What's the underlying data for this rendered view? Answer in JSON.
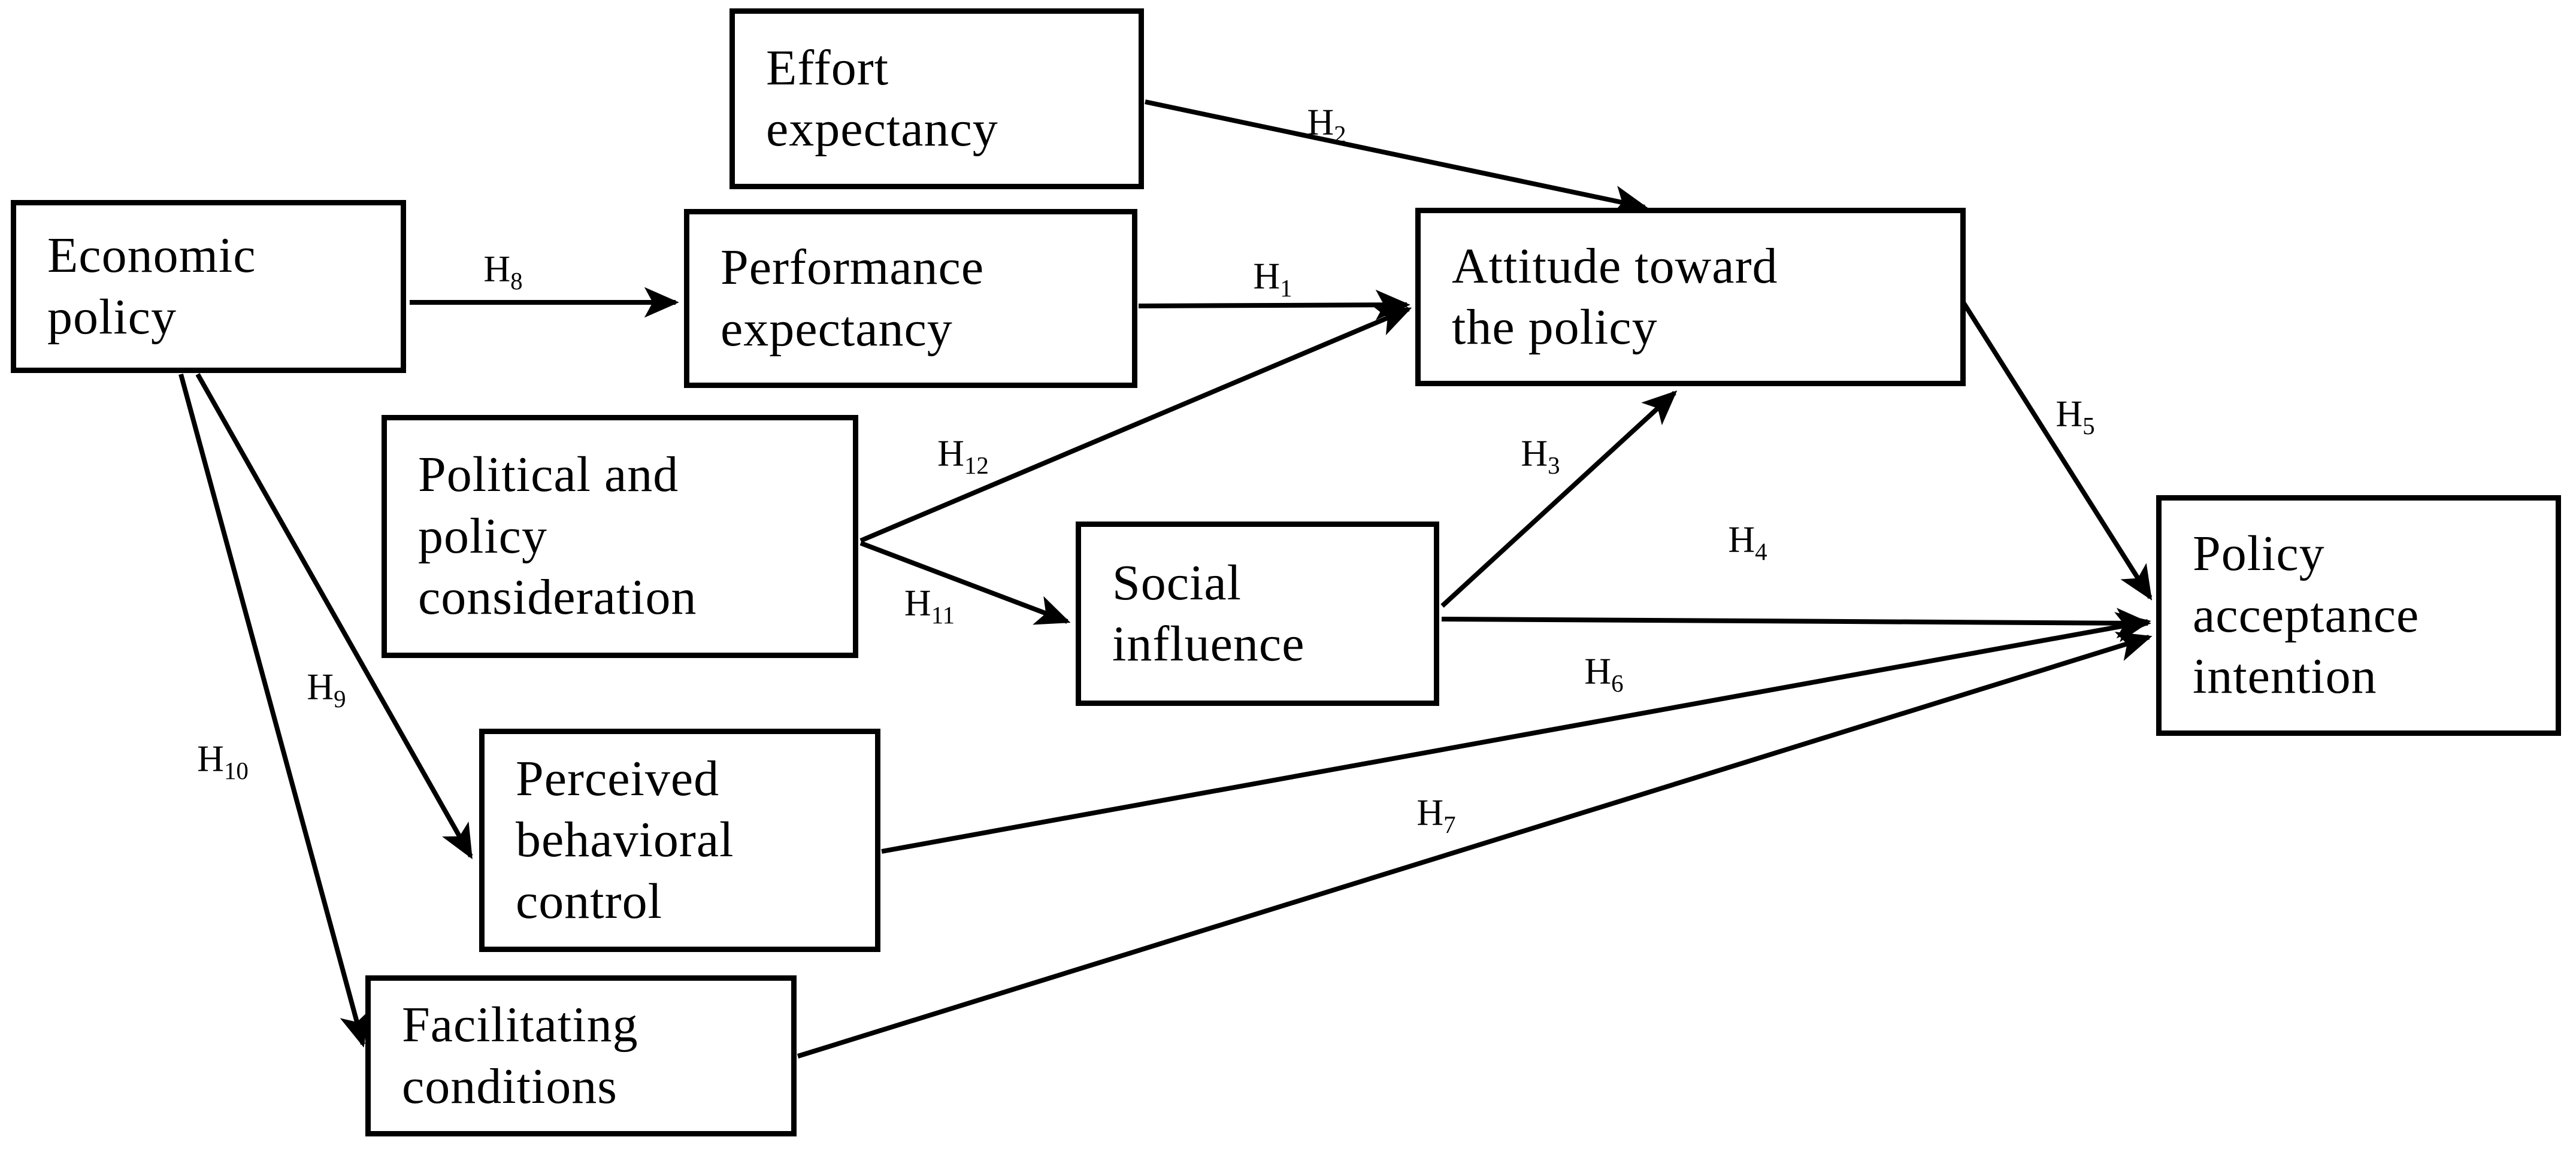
{
  "diagram": {
    "type": "hypothesis-model",
    "background_color": "#ffffff",
    "box_border_color": "#000000",
    "arrow_color": "#000000",
    "text_color": "#000000",
    "nodes": {
      "effort_expectancy": {
        "label": "Effort\nexpectancy"
      },
      "economic_policy": {
        "label": "Economic\npolicy"
      },
      "performance_expectancy": {
        "label": "Performance\nexpectancy"
      },
      "attitude_toward_the_policy": {
        "label": "Attitude toward\nthe policy"
      },
      "political_and_policy_consideration": {
        "label": "Political and\npolicy\nconsideration"
      },
      "social_influence": {
        "label": "Social\ninfluence"
      },
      "policy_acceptance_intention": {
        "label": "Policy\nacceptance\nintention"
      },
      "perceived_behavioral_control": {
        "label": "Perceived\nbehavioral\ncontrol"
      },
      "facilitating_conditions": {
        "label": "Facilitating\nconditions"
      }
    },
    "hypotheses": {
      "h1": {
        "letter": "H",
        "subscript": "1",
        "from": "performance_expectancy",
        "to": "attitude_toward_the_policy"
      },
      "h2": {
        "letter": "H",
        "subscript": "2",
        "from": "effort_expectancy",
        "to": "attitude_toward_the_policy"
      },
      "h3": {
        "letter": "H",
        "subscript": "3",
        "from": "social_influence",
        "to": "attitude_toward_the_policy"
      },
      "h4": {
        "letter": "H",
        "subscript": "4",
        "from": "social_influence",
        "to": "policy_acceptance_intention"
      },
      "h5": {
        "letter": "H",
        "subscript": "5",
        "from": "attitude_toward_the_policy",
        "to": "policy_acceptance_intention"
      },
      "h6": {
        "letter": "H",
        "subscript": "6",
        "from": "perceived_behavioral_control",
        "to": "policy_acceptance_intention"
      },
      "h7": {
        "letter": "H",
        "subscript": "7",
        "from": "facilitating_conditions",
        "to": "policy_acceptance_intention"
      },
      "h8": {
        "letter": "H",
        "subscript": "8",
        "from": "economic_policy",
        "to": "performance_expectancy"
      },
      "h9": {
        "letter": "H",
        "subscript": "9",
        "from": "economic_policy",
        "to": "perceived_behavioral_control"
      },
      "h10": {
        "letter": "H",
        "subscript": "10",
        "from": "economic_policy",
        "to": "facilitating_conditions"
      },
      "h11": {
        "letter": "H",
        "subscript": "11",
        "from": "political_and_policy_consideration",
        "to": "social_influence"
      },
      "h12": {
        "letter": "H",
        "subscript": "12",
        "from": "political_and_policy_consideration",
        "to": "attitude_toward_the_policy"
      }
    }
  }
}
